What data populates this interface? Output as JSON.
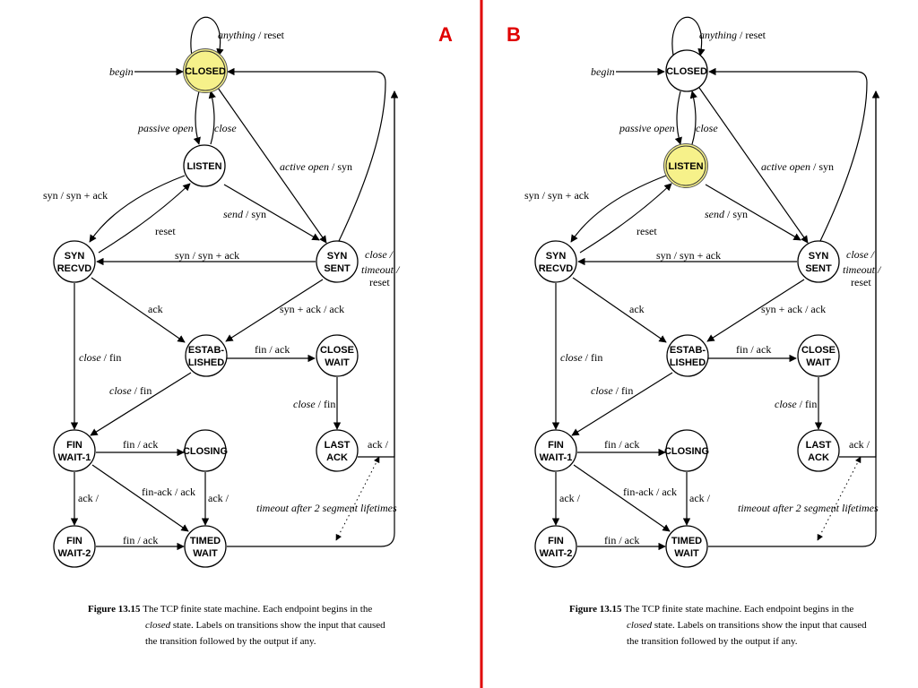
{
  "colors": {
    "highlight": "#f6f18a",
    "divider": "#e00000",
    "tag": "#e00000"
  },
  "panels": [
    {
      "tag": "A",
      "highlighted": "closed",
      "states": {
        "closed": {
          "lines": [
            "CLOSED"
          ]
        },
        "listen": {
          "lines": [
            "LISTEN"
          ]
        },
        "syn_recvd": {
          "lines": [
            "SYN",
            "RECVD"
          ]
        },
        "syn_sent": {
          "lines": [
            "SYN",
            "SENT"
          ]
        },
        "established": {
          "lines": [
            "ESTAB-",
            "LISHED"
          ]
        },
        "close_wait": {
          "lines": [
            "CLOSE",
            "WAIT"
          ]
        },
        "last_ack": {
          "lines": [
            "LAST",
            "ACK"
          ]
        },
        "fin_wait_1": {
          "lines": [
            "FIN",
            "WAIT-1"
          ]
        },
        "closing": {
          "lines": [
            "CLOSING"
          ]
        },
        "fin_wait_2": {
          "lines": [
            "FIN",
            "WAIT-2"
          ]
        },
        "timed_wait": {
          "lines": [
            "TIMED",
            "WAIT"
          ]
        }
      },
      "transitions": {
        "anything_reset": [
          {
            "t": "anything",
            "i": true
          },
          {
            "t": " / reset"
          }
        ],
        "begin": [
          {
            "t": "begin",
            "i": true
          }
        ],
        "passive_open": [
          {
            "t": "passive open",
            "i": true
          }
        ],
        "close": [
          {
            "t": "close",
            "i": true
          }
        ],
        "active_open": [
          {
            "t": "active open",
            "i": true
          },
          {
            "t": " / syn"
          }
        ],
        "syn_synack": [
          {
            "t": "syn / syn + ack"
          }
        ],
        "reset": [
          {
            "t": "reset"
          }
        ],
        "send_syn": [
          {
            "t": "send",
            "i": true
          },
          {
            "t": " / syn"
          }
        ],
        "syn_synack_2": [
          {
            "t": "syn / syn + ack"
          }
        ],
        "close_timeout": [
          {
            "t": "close /",
            "i": true
          }
        ],
        "timeout": [
          {
            "t": "timeout /",
            "i": true
          }
        ],
        "reset_2": [
          {
            "t": "reset"
          }
        ],
        "ack": [
          {
            "t": "ack"
          }
        ],
        "synack_ack": [
          {
            "t": "syn + ack / ack"
          }
        ],
        "close_fin": [
          {
            "t": "close",
            "i": true
          },
          {
            "t": " / fin"
          }
        ],
        "fin_ack": [
          {
            "t": "fin / ack"
          }
        ],
        "close_fin_2": [
          {
            "t": "close",
            "i": true
          },
          {
            "t": " / fin"
          }
        ],
        "close_fin_3": [
          {
            "t": "close",
            "i": true
          },
          {
            "t": " / fin"
          }
        ],
        "fin_ack_2": [
          {
            "t": "fin / ack"
          }
        ],
        "ack_slash": [
          {
            "t": "ack /"
          }
        ],
        "ack_slash_2": [
          {
            "t": "ack /"
          }
        ],
        "finack_ack": [
          {
            "t": "fin-ack / ack"
          }
        ],
        "ack_slash_3": [
          {
            "t": "ack /"
          }
        ],
        "timeout_2seg": [
          {
            "t": "timeout after 2 segment lifetimes",
            "i": true
          }
        ],
        "fin_ack_3": [
          {
            "t": "fin / ack"
          }
        ]
      },
      "caption": {
        "label": "Figure 13.15",
        "line1": "The TCP finite state machine.  Each endpoint begins in the",
        "line2_italic": "closed",
        "line2_rest": " state.  Labels on transitions show the input that caused",
        "line3": "the transition followed by the output if any."
      }
    },
    {
      "tag": "B",
      "highlighted": "listen",
      "states": {
        "closed": {
          "lines": [
            "CLOSED"
          ]
        },
        "listen": {
          "lines": [
            "LISTEN"
          ]
        },
        "syn_recvd": {
          "lines": [
            "SYN",
            "RECVD"
          ]
        },
        "syn_sent": {
          "lines": [
            "SYN",
            "SENT"
          ]
        },
        "established": {
          "lines": [
            "ESTAB-",
            "LISHED"
          ]
        },
        "close_wait": {
          "lines": [
            "CLOSE",
            "WAIT"
          ]
        },
        "last_ack": {
          "lines": [
            "LAST",
            "ACK"
          ]
        },
        "fin_wait_1": {
          "lines": [
            "FIN",
            "WAIT-1"
          ]
        },
        "closing": {
          "lines": [
            "CLOSING"
          ]
        },
        "fin_wait_2": {
          "lines": [
            "FIN",
            "WAIT-2"
          ]
        },
        "timed_wait": {
          "lines": [
            "TIMED",
            "WAIT"
          ]
        }
      },
      "transitions": {
        "anything_reset": [
          {
            "t": "anything",
            "i": true
          },
          {
            "t": " / reset"
          }
        ],
        "begin": [
          {
            "t": "begin",
            "i": true
          }
        ],
        "passive_open": [
          {
            "t": "passive open",
            "i": true
          }
        ],
        "close": [
          {
            "t": "close",
            "i": true
          }
        ],
        "active_open": [
          {
            "t": "active open",
            "i": true
          },
          {
            "t": " / syn"
          }
        ],
        "syn_synack": [
          {
            "t": "syn / syn + ack"
          }
        ],
        "reset": [
          {
            "t": "reset"
          }
        ],
        "send_syn": [
          {
            "t": "send",
            "i": true
          },
          {
            "t": " / syn"
          }
        ],
        "syn_synack_2": [
          {
            "t": "syn / syn + ack"
          }
        ],
        "close_timeout": [
          {
            "t": "close /",
            "i": true
          }
        ],
        "timeout": [
          {
            "t": "timeout /",
            "i": true
          }
        ],
        "reset_2": [
          {
            "t": "reset"
          }
        ],
        "ack": [
          {
            "t": "ack"
          }
        ],
        "synack_ack": [
          {
            "t": "syn + ack / ack"
          }
        ],
        "close_fin": [
          {
            "t": "close",
            "i": true
          },
          {
            "t": " / fin"
          }
        ],
        "fin_ack": [
          {
            "t": "fin / ack"
          }
        ],
        "close_fin_2": [
          {
            "t": "close",
            "i": true
          },
          {
            "t": " / fin"
          }
        ],
        "close_fin_3": [
          {
            "t": "close",
            "i": true
          },
          {
            "t": " / fin"
          }
        ],
        "fin_ack_2": [
          {
            "t": "fin / ack"
          }
        ],
        "ack_slash": [
          {
            "t": "ack /"
          }
        ],
        "ack_slash_2": [
          {
            "t": "ack /"
          }
        ],
        "finack_ack": [
          {
            "t": "fin-ack / ack"
          }
        ],
        "ack_slash_3": [
          {
            "t": "ack /"
          }
        ],
        "timeout_2seg": [
          {
            "t": "timeout after 2 segment lifetimes",
            "i": true
          }
        ],
        "fin_ack_3": [
          {
            "t": "fin / ack"
          }
        ]
      },
      "caption": {
        "label": "Figure 13.15",
        "line1": "The TCP finite state machine.  Each endpoint begins in the",
        "line2_italic": "closed",
        "line2_rest": " state.  Labels on transitions show the input that caused",
        "line3": "the transition followed by the output if any."
      }
    }
  ]
}
